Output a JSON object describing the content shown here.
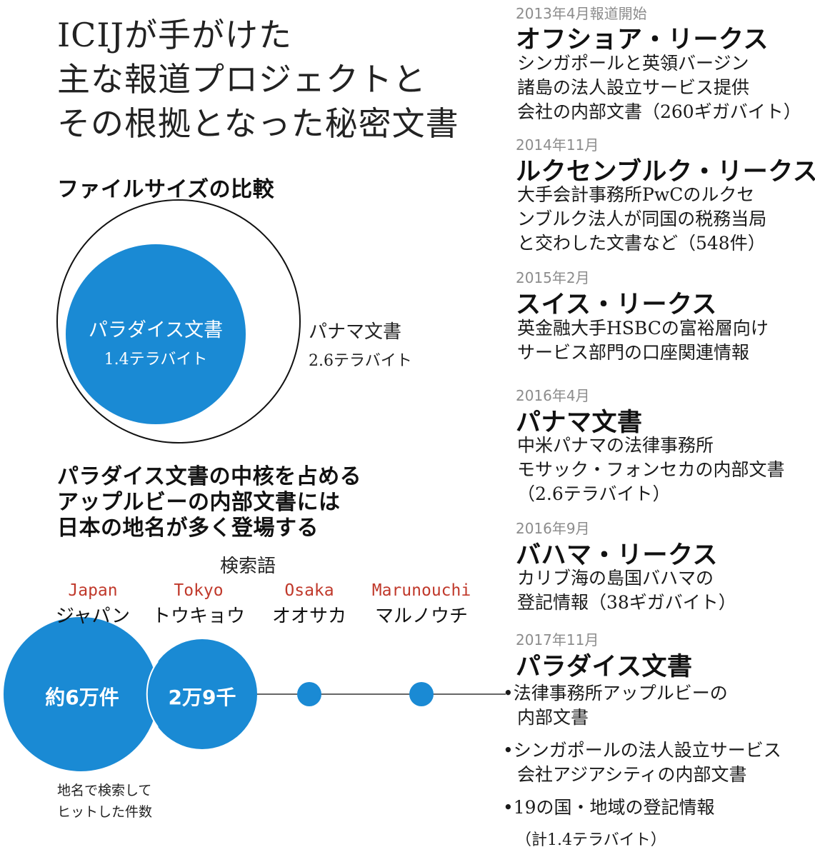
{
  "title": {
    "lines": [
      "ICIJが手がけた",
      "主な報道プロジェクトと",
      "その根拠となった秘密文書"
    ]
  },
  "file_size_comparison": {
    "heading": "ファイルサイズの比較",
    "paradise": {
      "name": "パラダイス文書",
      "size": "1.4テラバイト",
      "terabytes": 1.4
    },
    "panama": {
      "name": "パナマ文書",
      "size": "2.6テラバイト",
      "terabytes": 2.6
    },
    "colors": {
      "paradise_fill": "#1a8ad4",
      "panama_outline": "#111111"
    }
  },
  "appleby_section": {
    "heading_lines": [
      "パラダイス文書の中核を占める",
      "アップルビーの内部文書には",
      "日本の地名が多く登場する"
    ],
    "search_label": "検索語",
    "terms": [
      {
        "roman": "Japan",
        "kana": "ジャパン",
        "count": "約6万件",
        "approx_hits": 60000
      },
      {
        "roman": "Tokyo",
        "kana": "トウキョウ",
        "count": "2万9千",
        "approx_hits": 29000
      },
      {
        "roman": "Osaka",
        "kana": "オオサカ",
        "count": "",
        "approx_hits": null
      },
      {
        "roman": "Marunouchi",
        "kana": "マルノウチ",
        "count": "",
        "approx_hits": null
      }
    ],
    "footnote_lines": [
      "地名で検索して",
      "ヒットした件数"
    ],
    "colors": {
      "circle_fill": "#1a8ad4",
      "roman_text": "#c0392b"
    }
  },
  "timeline": [
    {
      "date": "2013年4月報道開始",
      "name": "オフショア・リークス",
      "desc_lines": [
        "シンガポールと英領バージン",
        "諸島の法人設立サービス提供",
        "会社の内部文書（260ギガバイト）"
      ]
    },
    {
      "date": "2014年11月",
      "name": "ルクセンブルク・リークス",
      "desc_lines": [
        "大手会計事務所PwCのルクセ",
        "ンブルク法人が同国の税務当局",
        "と交わした文書など（548件）"
      ]
    },
    {
      "date": "2015年2月",
      "name": "スイス・リークス",
      "desc_lines": [
        "英金融大手HSBCの富裕層向け",
        "サービス部門の口座関連情報"
      ]
    },
    {
      "date": "2016年4月",
      "name": "パナマ文書",
      "desc_lines": [
        "中米パナマの法律事務所",
        "モサック・フォンセカの内部文書",
        "（2.6テラバイト）"
      ]
    },
    {
      "date": "2016年9月",
      "name": "バハマ・リークス",
      "desc_lines": [
        "カリブ海の島国バハマの",
        "登記情報（38ギガバイト）"
      ]
    },
    {
      "date": "2017年11月",
      "name": "パラダイス文書",
      "bullets": [
        [
          "•法律事務所アップルビーの",
          "内部文書"
        ],
        [
          "•シンガポールの法人設立サービス",
          "会社アジアシティの内部文書"
        ],
        [
          "•19の国・地域の登記情報"
        ]
      ],
      "total": "（計1.4テラバイト）"
    }
  ]
}
